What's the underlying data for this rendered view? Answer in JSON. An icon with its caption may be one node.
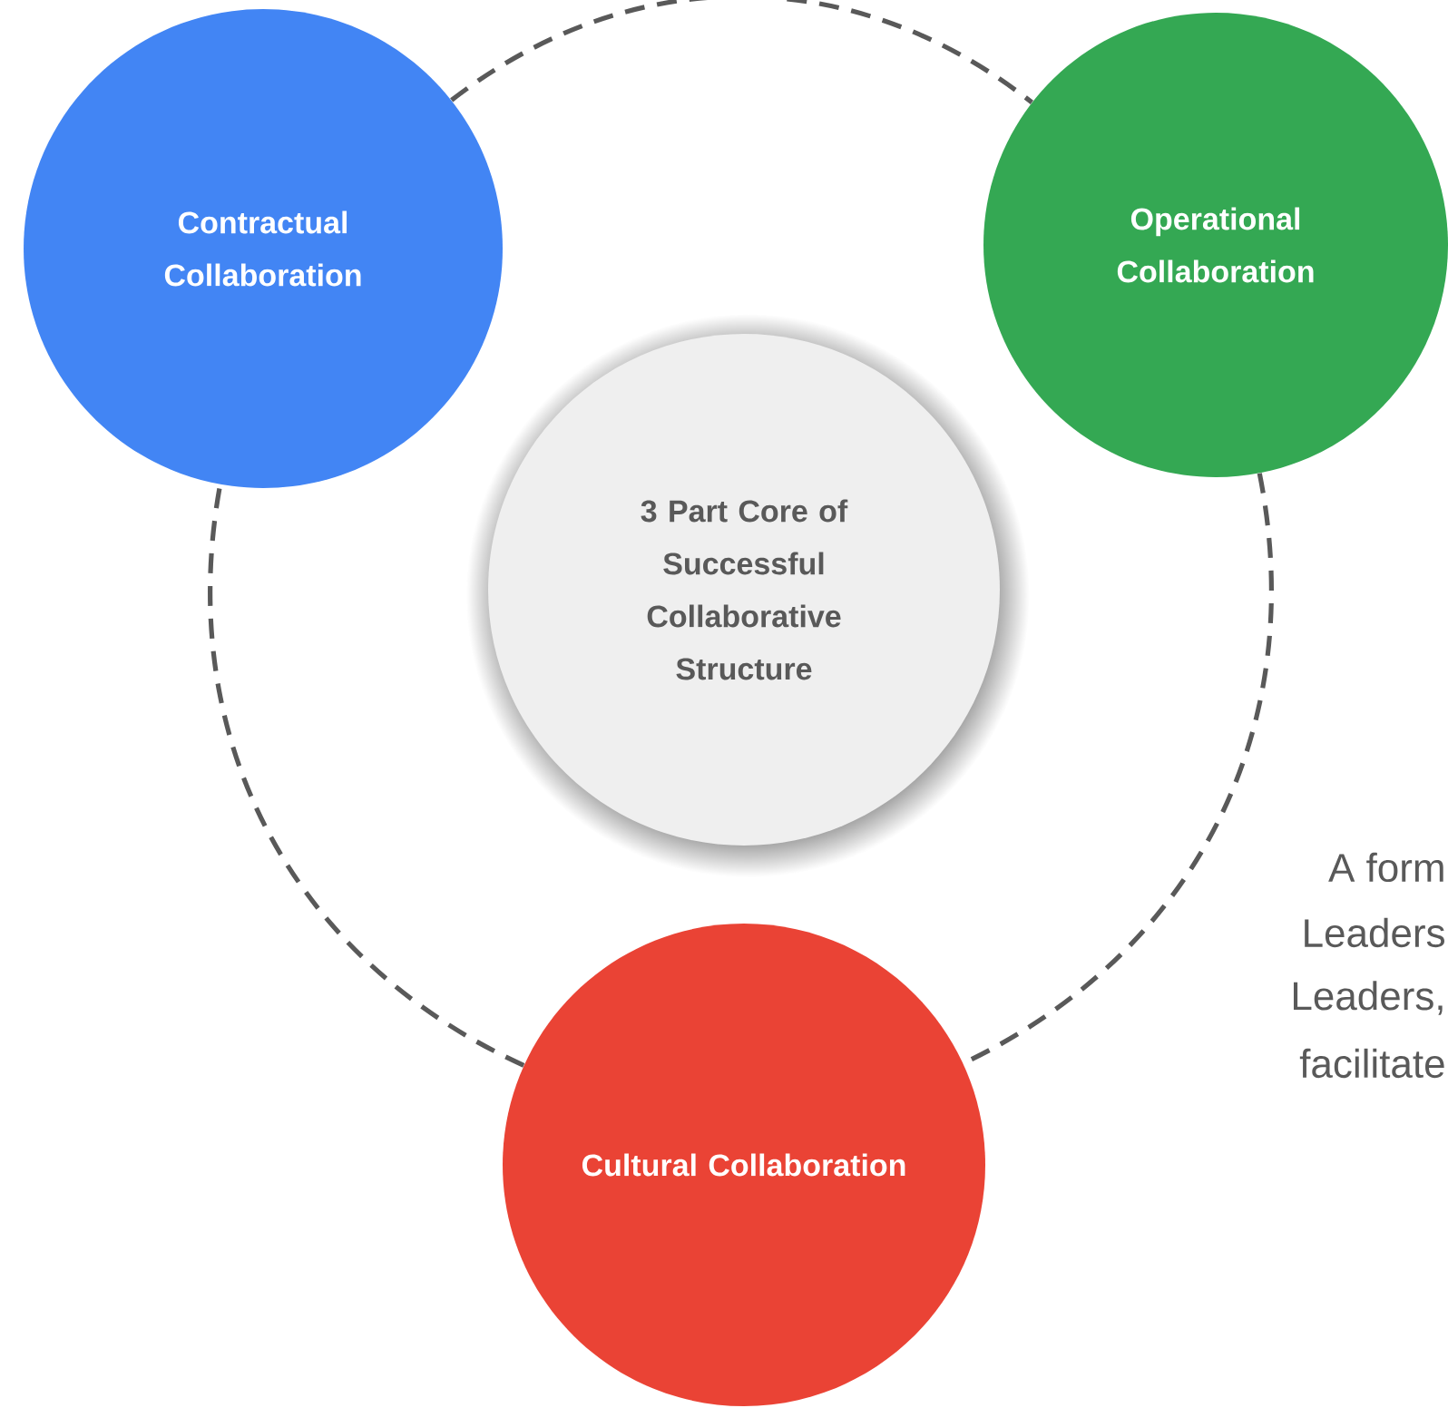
{
  "diagram": {
    "nodes": [
      {
        "text": [
          "3 Part Core of Successful Collaborative Structure"
        ]
      },
      {
        "text": [
          "Contractual Collaboration"
        ]
      },
      {
        "text": [
          "Operational Collaboration"
        ]
      },
      {
        "text": [
          "Cultural Collaboration"
        ]
      }
    ],
    "edges": [
      {
        "from": 1,
        "to": 2,
        "arrow": "none",
        "style": "dashed"
      },
      {
        "from": 2,
        "to": 3,
        "arrow": "none",
        "style": "dashed"
      },
      {
        "from": 3,
        "to": 1,
        "arrow": "none",
        "style": "dashed"
      }
    ],
    "labels": [
      "A form",
      "Leaders",
      "Leaders,",
      "facilitate"
    ]
  }
}
